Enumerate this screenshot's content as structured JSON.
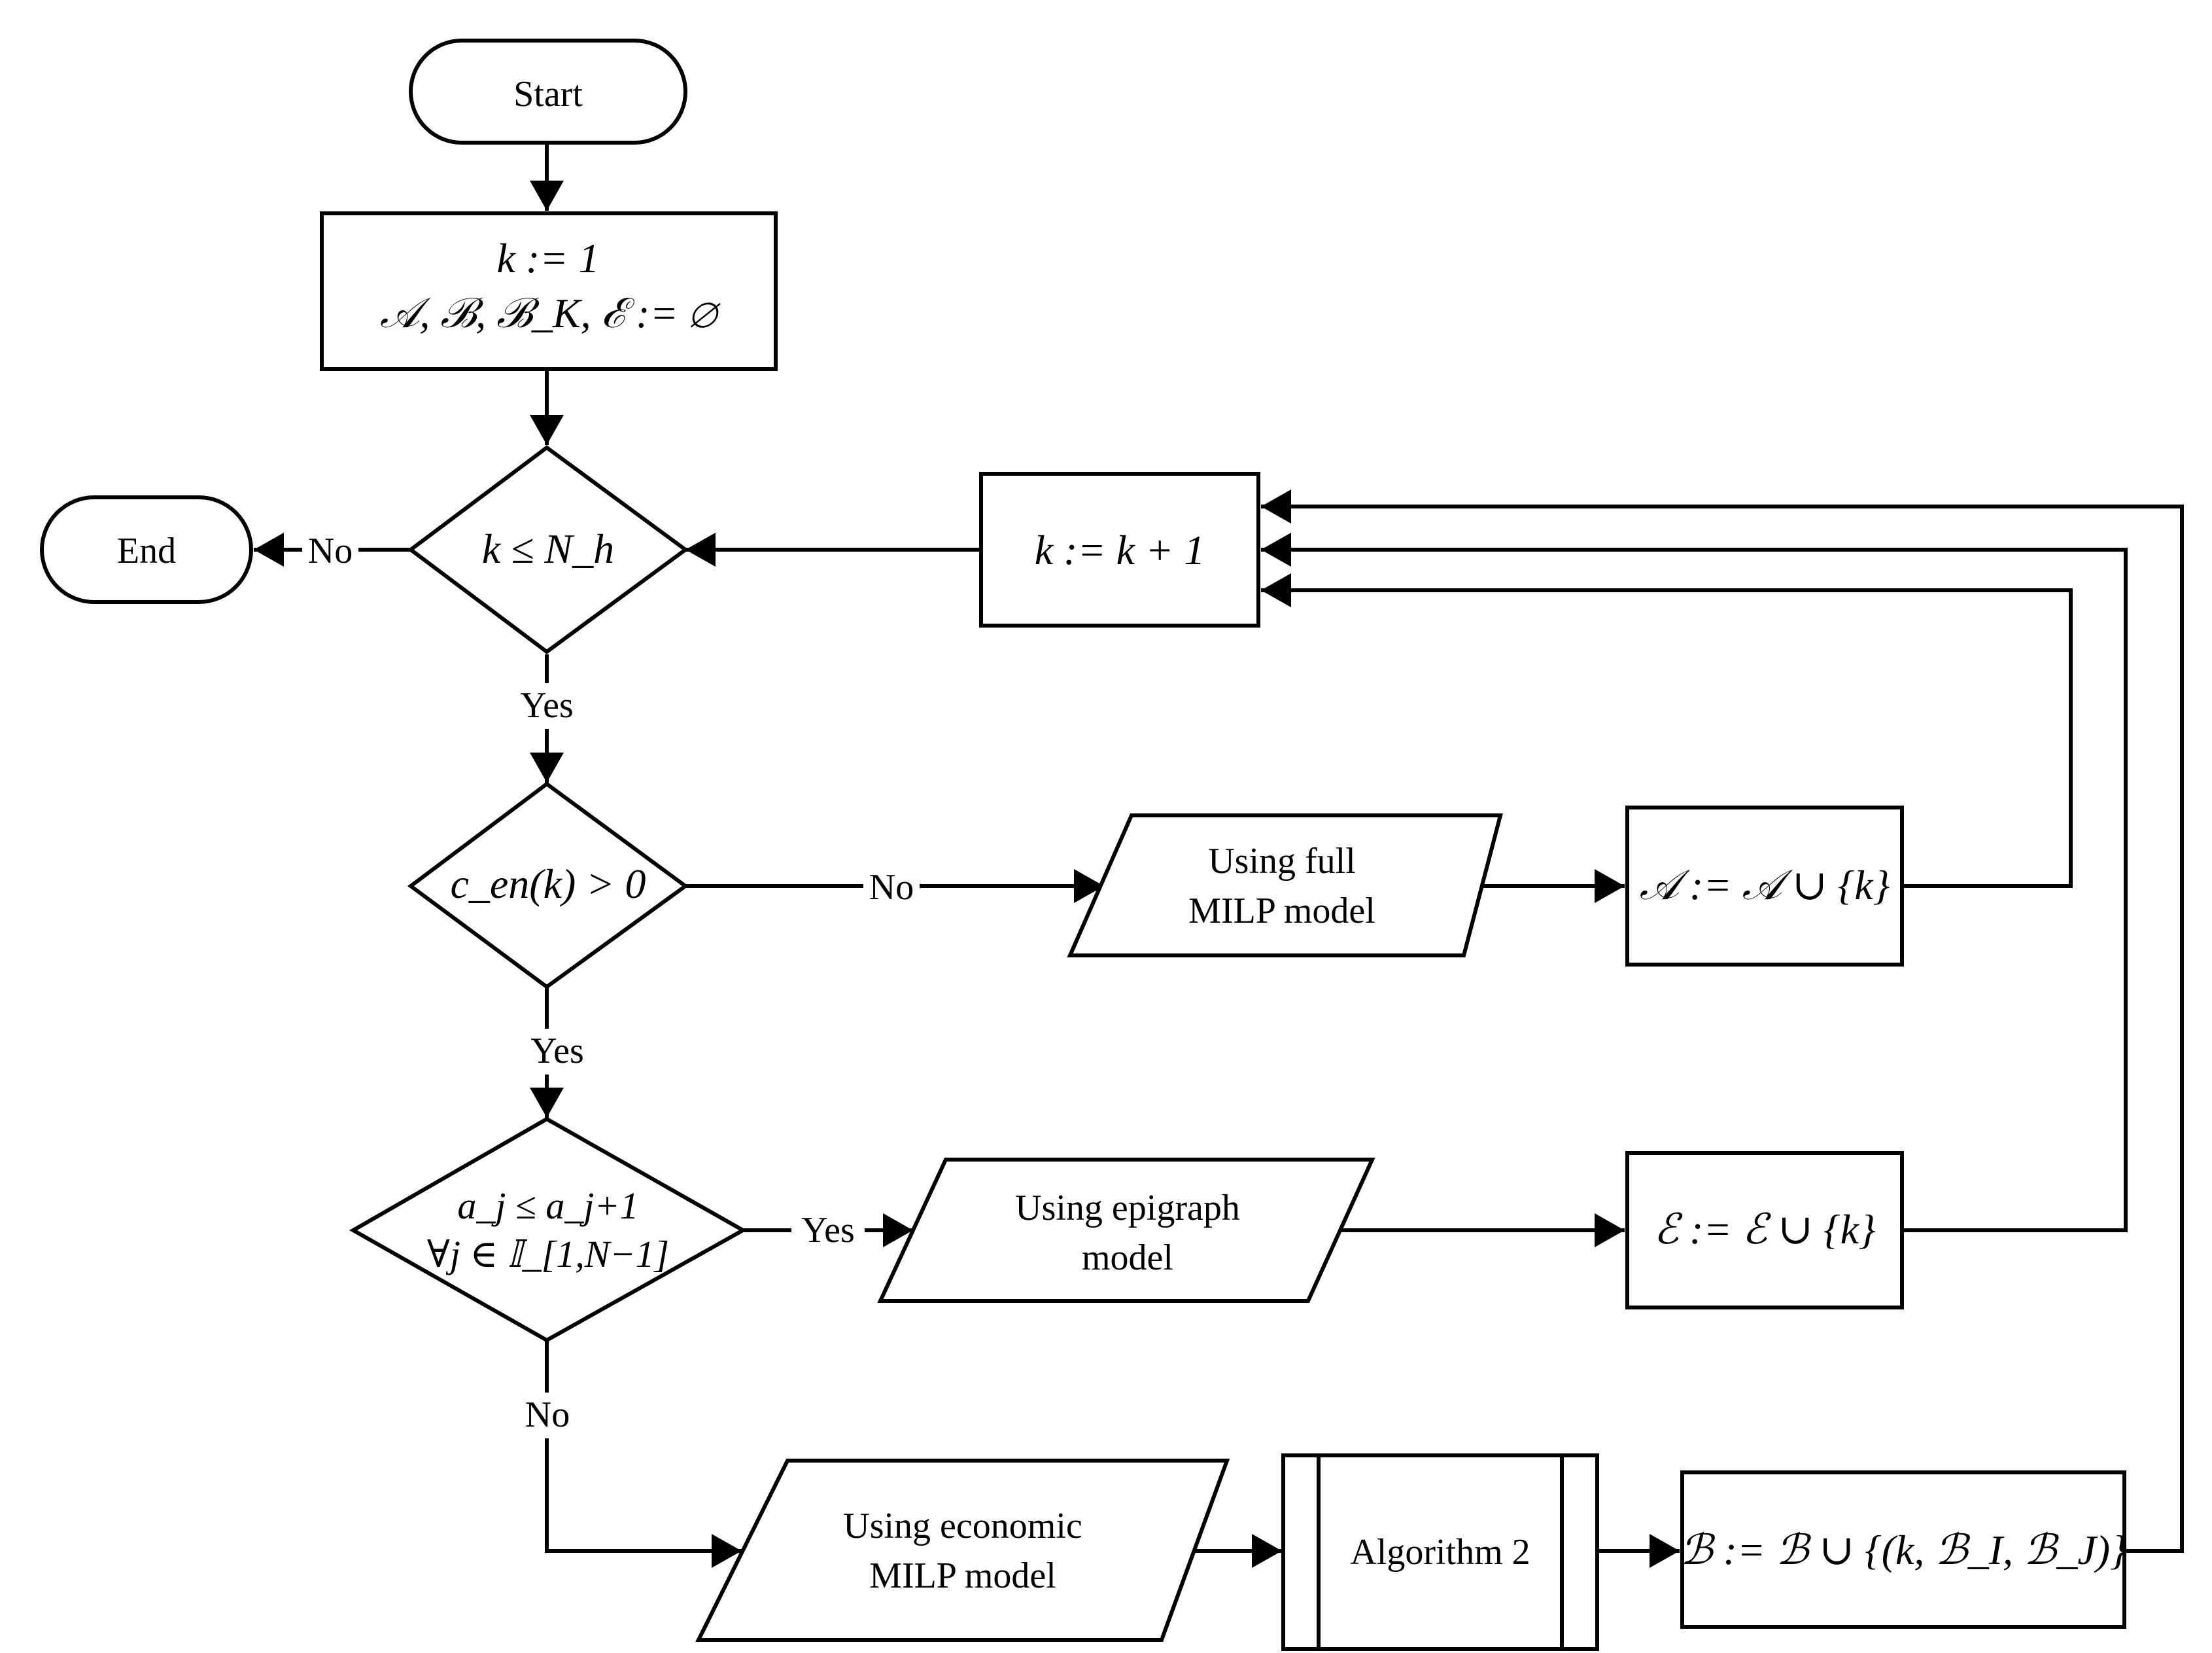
{
  "nodes": {
    "start": "Start",
    "end": "End",
    "init_line1": "k := 1",
    "init_line2": "𝒜, ℬ, ℬ_K, ℰ := ∅",
    "cond_horizon": "k ≤ N_h",
    "cond_price": "c_en(k) > 0",
    "cond_monotone_line1": "a_j ≤ a_j+1",
    "cond_monotone_line2": "∀j ∈ 𝕀_[1,N−1]",
    "increment": "k := k + 1",
    "full_milp_line1": "Using full",
    "full_milp_line2": "MILP model",
    "set_a": "𝒜 := 𝒜 ∪ {k}",
    "epigraph_line1": "Using epigraph",
    "epigraph_line2": "model",
    "set_e": "ℰ := ℰ ∪ {k}",
    "economic_line1": "Using economic",
    "economic_line2": "MILP model",
    "algorithm2": "Algorithm 2",
    "set_b": "ℬ := ℬ ∪ {(k, ℬ_I, ℬ_J)}"
  },
  "edge_labels": {
    "horizon_no": "No",
    "horizon_yes": "Yes",
    "price_no": "No",
    "price_yes": "Yes",
    "monotone_yes": "Yes",
    "monotone_no": "No"
  }
}
